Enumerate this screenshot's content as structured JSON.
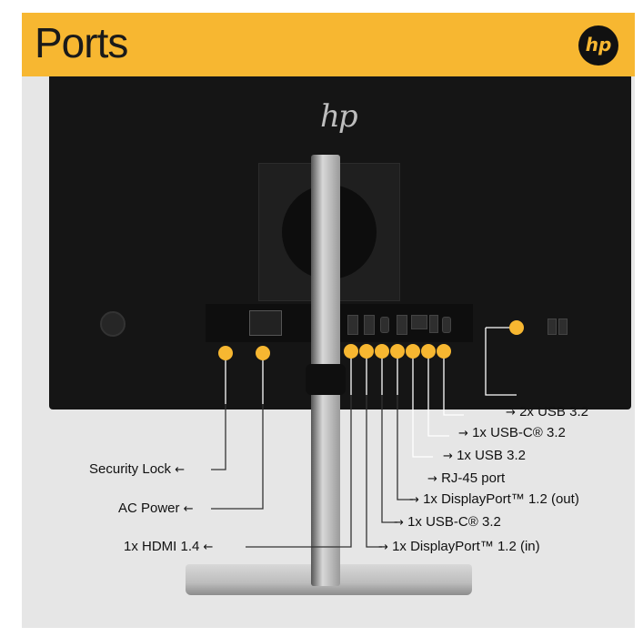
{
  "header": {
    "title": "Ports",
    "logo_text": "hp",
    "bg_color": "#f7b731"
  },
  "monitor": {
    "brand_text": "hp"
  },
  "labels": {
    "usb32_2x": "2x USB 3.2",
    "usbc_top": "1x USB-C® 3.2",
    "usb32_1x": "1x USB 3.2",
    "rj45": "RJ-45 port",
    "dp_out": "1x DisplayPort™ 1.2 (out)",
    "usbc_mid": "1x USB-C® 3.2",
    "dp_in": "1x DisplayPort™ 1.2 (in)",
    "security_lock": "Security Lock",
    "ac_power": "AC Power",
    "hdmi": "1x HDMI 1.4"
  },
  "arrows": {
    "right": "→",
    "left": "←"
  },
  "colors": {
    "accent": "#f7b731",
    "monitor": "#151515"
  }
}
